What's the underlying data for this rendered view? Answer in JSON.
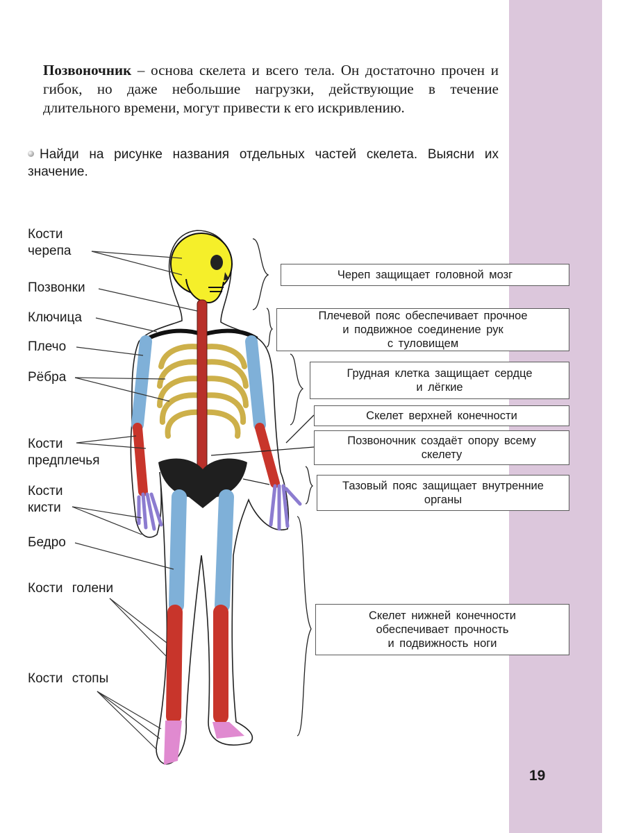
{
  "intro": {
    "term": "Позвоночник",
    "text": " – основа скелета и всего тела. Он достаточно прочен и гибок, но даже небольшие нагрузки, действующие в течение длительного времени, могут привести к его искривлению."
  },
  "task": "Найди на рисунке названия отдельных частей скелета. Выясни их значение.",
  "labels": {
    "skull": "Кости\nчерепа",
    "vertebrae": "Позвонки",
    "clavicle": "Ключица",
    "shoulder": "Плечо",
    "ribs": "Рёбра",
    "forearm": "Кости\nпредплечья",
    "hand": "Кости\nкисти",
    "thigh": "Бедро",
    "shin": "Кости голени",
    "foot": "Кости стопы"
  },
  "boxes": {
    "skull": "Череп защищает головной мозг",
    "shoulder_girdle": "Плечевой пояс обеспечивает прочное\nи подвижное соединение рук\nс туловищем",
    "chest": "Грудная клетка защищает сердце\nи лёгкие",
    "upper_limb": "Скелет верхней конечности",
    "spine": "Позвоночник создаёт опору всему\nскелету",
    "pelvis": "Тазовый пояс защищает внутренние\nорганы",
    "lower_limb": "Скелет нижней конечности\nобеспечивает прочность\nи подвижность ноги"
  },
  "page_number": "19",
  "colors": {
    "margin_strip": "#dcc7dc",
    "skull": "#f5ef2a",
    "ribs": "#cdb04a",
    "spine": "#b8302a",
    "arm_bones": "#7fb0d8",
    "forearm": "#c8352b",
    "hand": "#8c7cd0",
    "pelvis": "#1f1f1f",
    "leg_bones": "#7fb0d8",
    "shin": "#c8352b",
    "foot": "#e08ad0"
  }
}
